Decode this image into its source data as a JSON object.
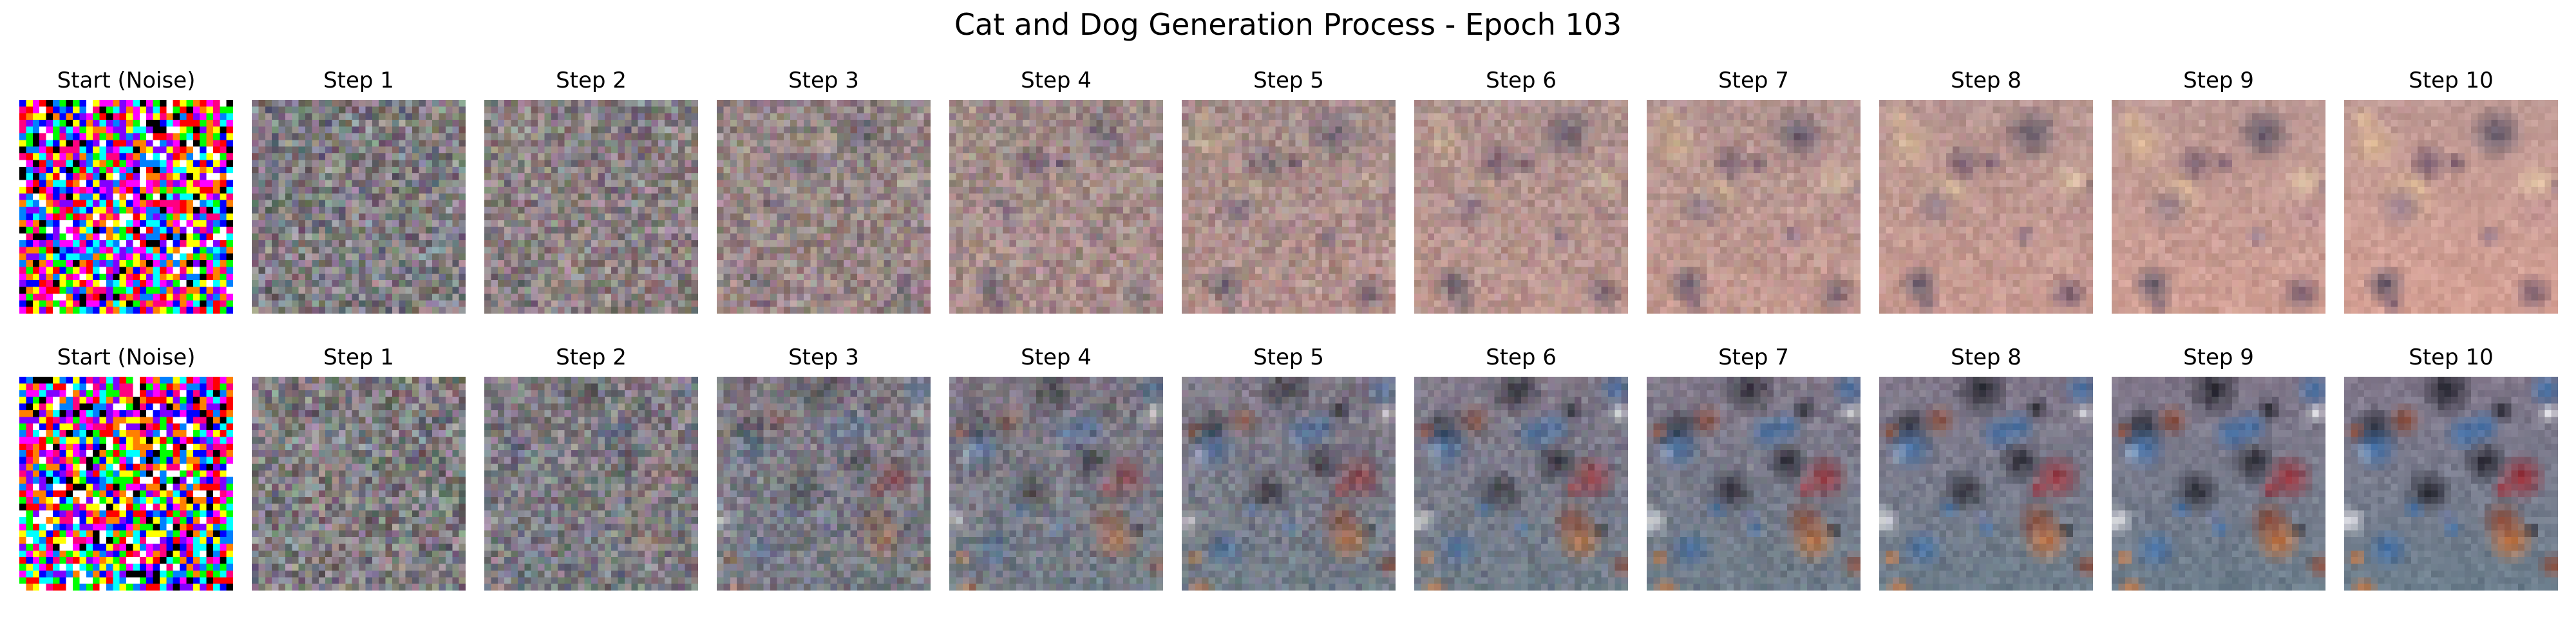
{
  "figure": {
    "title": "Cat and Dog Generation Process - Epoch 103"
  },
  "rows": [
    {
      "panels": [
        {
          "title": "Start (Noise)",
          "kind": "noise",
          "seed": 11
        },
        {
          "title": "Step 1",
          "kind": "blur",
          "strength": 0.0
        },
        {
          "title": "Step 2",
          "kind": "cat",
          "strength": 0.15
        },
        {
          "title": "Step 3",
          "kind": "cat",
          "strength": 0.3
        },
        {
          "title": "Step 4",
          "kind": "cat",
          "strength": 0.45
        },
        {
          "title": "Step 5",
          "kind": "cat",
          "strength": 0.55
        },
        {
          "title": "Step 6",
          "kind": "cat",
          "strength": 0.65
        },
        {
          "title": "Step 7",
          "kind": "cat",
          "strength": 0.73
        },
        {
          "title": "Step 8",
          "kind": "cat",
          "strength": 0.8
        },
        {
          "title": "Step 9",
          "kind": "cat",
          "strength": 0.86
        },
        {
          "title": "Step 10",
          "kind": "cat",
          "strength": 0.92
        }
      ]
    },
    {
      "panels": [
        {
          "title": "Start (Noise)",
          "kind": "noise",
          "seed": 29
        },
        {
          "title": "Step 1",
          "kind": "blur",
          "strength": 0.0
        },
        {
          "title": "Step 2",
          "kind": "dog",
          "strength": 0.2
        },
        {
          "title": "Step 3",
          "kind": "dog",
          "strength": 0.4
        },
        {
          "title": "Step 4",
          "kind": "dog",
          "strength": 0.55
        },
        {
          "title": "Step 5",
          "kind": "dog",
          "strength": 0.65
        },
        {
          "title": "Step 6",
          "kind": "dog",
          "strength": 0.73
        },
        {
          "title": "Step 7",
          "kind": "dog",
          "strength": 0.8
        },
        {
          "title": "Step 8",
          "kind": "dog",
          "strength": 0.86
        },
        {
          "title": "Step 9",
          "kind": "dog",
          "strength": 0.91
        },
        {
          "title": "Step 10",
          "kind": "dog",
          "strength": 0.95
        }
      ]
    }
  ]
}
